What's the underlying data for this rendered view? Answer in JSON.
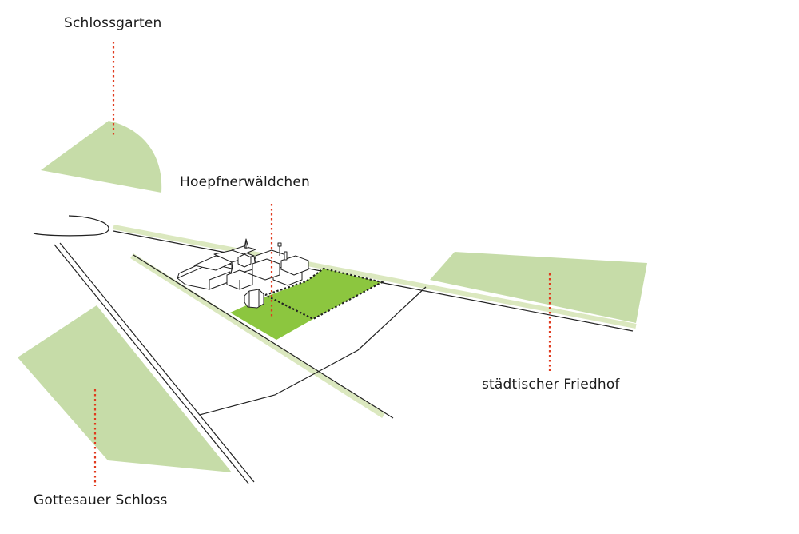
{
  "labels": {
    "schlossgarten": "Schlossgarten",
    "hoepfnerwaeldchen": "Hoepfnerwäldchen",
    "friedhof": "städtischer Friedhof",
    "gottesauer_schloss": "Gottesauer Schloss"
  },
  "colors": {
    "green_area": "#c6dca8",
    "site_green": "#8cc63f",
    "leader_line": "#e03a1e",
    "street_line": "#222222",
    "green_corridor": "#dbe8bf"
  }
}
